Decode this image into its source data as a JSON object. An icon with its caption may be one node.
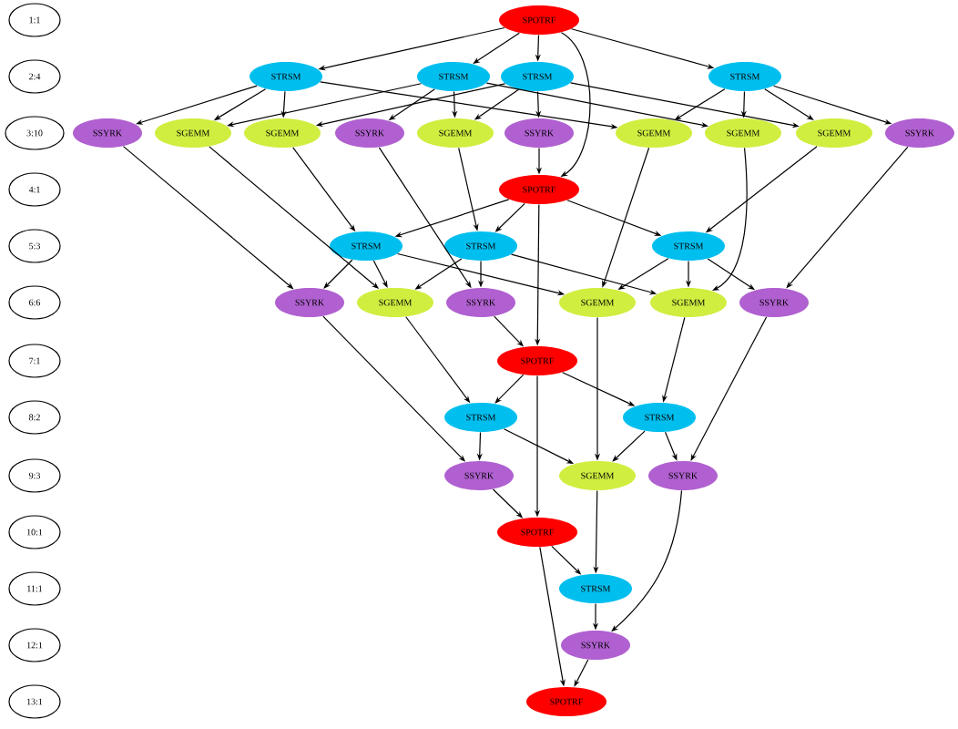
{
  "diagram": {
    "nodes": [
      {
        "text": [
          "1:1"
        ]
      },
      {
        "text": [
          "SPOTRF"
        ]
      },
      {
        "text": [
          "2:4"
        ]
      },
      {
        "text": [
          "STRSM"
        ]
      },
      {
        "text": [
          "STRSM"
        ]
      },
      {
        "text": [
          "STRSM"
        ]
      },
      {
        "text": [
          "STRSM"
        ]
      },
      {
        "text": [
          "3:10"
        ]
      },
      {
        "text": [
          "SSYRK"
        ]
      },
      {
        "text": [
          "SGEMM"
        ]
      },
      {
        "text": [
          "SGEMM"
        ]
      },
      {
        "text": [
          "SSYRK"
        ]
      },
      {
        "text": [
          "SGEMM"
        ]
      },
      {
        "text": [
          "SSYRK"
        ]
      },
      {
        "text": [
          "SGEMM"
        ]
      },
      {
        "text": [
          "SGEMM"
        ]
      },
      {
        "text": [
          "SGEMM"
        ]
      },
      {
        "text": [
          "SSYRK"
        ]
      },
      {
        "text": [
          "4:1"
        ]
      },
      {
        "text": [
          "SPOTRF"
        ]
      },
      {
        "text": [
          "5:3"
        ]
      },
      {
        "text": [
          "STRSM"
        ]
      },
      {
        "text": [
          "STRSM"
        ]
      },
      {
        "text": [
          "STRSM"
        ]
      },
      {
        "text": [
          "6:6"
        ]
      },
      {
        "text": [
          "SSYRK"
        ]
      },
      {
        "text": [
          "SGEMM"
        ]
      },
      {
        "text": [
          "SSYRK"
        ]
      },
      {
        "text": [
          "SGEMM"
        ]
      },
      {
        "text": [
          "SGEMM"
        ]
      },
      {
        "text": [
          "SSYRK"
        ]
      },
      {
        "text": [
          "7:1"
        ]
      },
      {
        "text": [
          "SPOTRF"
        ]
      },
      {
        "text": [
          "8:2"
        ]
      },
      {
        "text": [
          "STRSM"
        ]
      },
      {
        "text": [
          "STRSM"
        ]
      },
      {
        "text": [
          "9:3"
        ]
      },
      {
        "text": [
          "SSYRK"
        ]
      },
      {
        "text": [
          "SGEMM"
        ]
      },
      {
        "text": [
          "SSYRK"
        ]
      },
      {
        "text": [
          "10:1"
        ]
      },
      {
        "text": [
          "SPOTRF"
        ]
      },
      {
        "text": [
          "11:1"
        ]
      },
      {
        "text": [
          "STRSM"
        ]
      },
      {
        "text": [
          "12:1"
        ]
      },
      {
        "text": [
          "SSYRK"
        ]
      },
      {
        "text": [
          "13:1"
        ]
      },
      {
        "text": [
          "SPOTRF"
        ]
      }
    ],
    "edges": [
      {
        "from": 1,
        "to": 3,
        "arrow": "to"
      },
      {
        "from": 1,
        "to": 4,
        "arrow": "to"
      },
      {
        "from": 1,
        "to": 5,
        "arrow": "to"
      },
      {
        "from": 1,
        "to": 6,
        "arrow": "to"
      },
      {
        "from": 1,
        "to": 19,
        "arrow": "to"
      },
      {
        "from": 3,
        "to": 8,
        "arrow": "to"
      },
      {
        "from": 3,
        "to": 9,
        "arrow": "to"
      },
      {
        "from": 3,
        "to": 10,
        "arrow": "to"
      },
      {
        "from": 3,
        "to": 14,
        "arrow": "to"
      },
      {
        "from": 4,
        "to": 9,
        "arrow": "to"
      },
      {
        "from": 4,
        "to": 11,
        "arrow": "to"
      },
      {
        "from": 4,
        "to": 12,
        "arrow": "to"
      },
      {
        "from": 4,
        "to": 15,
        "arrow": "to"
      },
      {
        "from": 5,
        "to": 10,
        "arrow": "to"
      },
      {
        "from": 5,
        "to": 12,
        "arrow": "to"
      },
      {
        "from": 5,
        "to": 13,
        "arrow": "to"
      },
      {
        "from": 5,
        "to": 16,
        "arrow": "to"
      },
      {
        "from": 6,
        "to": 14,
        "arrow": "to"
      },
      {
        "from": 6,
        "to": 15,
        "arrow": "to"
      },
      {
        "from": 6,
        "to": 16,
        "arrow": "to"
      },
      {
        "from": 6,
        "to": 17,
        "arrow": "to"
      },
      {
        "from": 13,
        "to": 19,
        "arrow": "to"
      },
      {
        "from": 8,
        "to": 25,
        "arrow": "to"
      },
      {
        "from": 9,
        "to": 26,
        "arrow": "to"
      },
      {
        "from": 10,
        "to": 21,
        "arrow": "to"
      },
      {
        "from": 11,
        "to": 27,
        "arrow": "to"
      },
      {
        "from": 12,
        "to": 22,
        "arrow": "to"
      },
      {
        "from": 14,
        "to": 28,
        "arrow": "to"
      },
      {
        "from": 15,
        "to": 29,
        "arrow": "to"
      },
      {
        "from": 16,
        "to": 23,
        "arrow": "to"
      },
      {
        "from": 17,
        "to": 30,
        "arrow": "to"
      },
      {
        "from": 19,
        "to": 21,
        "arrow": "to"
      },
      {
        "from": 19,
        "to": 22,
        "arrow": "to"
      },
      {
        "from": 19,
        "to": 23,
        "arrow": "to"
      },
      {
        "from": 19,
        "to": 32,
        "arrow": "to"
      },
      {
        "from": 21,
        "to": 25,
        "arrow": "to"
      },
      {
        "from": 21,
        "to": 26,
        "arrow": "to"
      },
      {
        "from": 21,
        "to": 28,
        "arrow": "to"
      },
      {
        "from": 22,
        "to": 26,
        "arrow": "to"
      },
      {
        "from": 22,
        "to": 27,
        "arrow": "to"
      },
      {
        "from": 22,
        "to": 29,
        "arrow": "to"
      },
      {
        "from": 23,
        "to": 28,
        "arrow": "to"
      },
      {
        "from": 23,
        "to": 29,
        "arrow": "to"
      },
      {
        "from": 23,
        "to": 30,
        "arrow": "to"
      },
      {
        "from": 25,
        "to": 37,
        "arrow": "to"
      },
      {
        "from": 26,
        "to": 34,
        "arrow": "to"
      },
      {
        "from": 27,
        "to": 32,
        "arrow": "to"
      },
      {
        "from": 28,
        "to": 38,
        "arrow": "to"
      },
      {
        "from": 29,
        "to": 35,
        "arrow": "to"
      },
      {
        "from": 30,
        "to": 39,
        "arrow": "to"
      },
      {
        "from": 32,
        "to": 34,
        "arrow": "to"
      },
      {
        "from": 32,
        "to": 35,
        "arrow": "to"
      },
      {
        "from": 32,
        "to": 41,
        "arrow": "to"
      },
      {
        "from": 34,
        "to": 37,
        "arrow": "to"
      },
      {
        "from": 34,
        "to": 38,
        "arrow": "to"
      },
      {
        "from": 35,
        "to": 38,
        "arrow": "to"
      },
      {
        "from": 35,
        "to": 39,
        "arrow": "to"
      },
      {
        "from": 37,
        "to": 41,
        "arrow": "to"
      },
      {
        "from": 38,
        "to": 43,
        "arrow": "to"
      },
      {
        "from": 39,
        "to": 45,
        "arrow": "to"
      },
      {
        "from": 41,
        "to": 43,
        "arrow": "to"
      },
      {
        "from": 41,
        "to": 47,
        "arrow": "to"
      },
      {
        "from": 43,
        "to": 45,
        "arrow": "to"
      },
      {
        "from": 45,
        "to": 47,
        "arrow": "to"
      }
    ]
  }
}
